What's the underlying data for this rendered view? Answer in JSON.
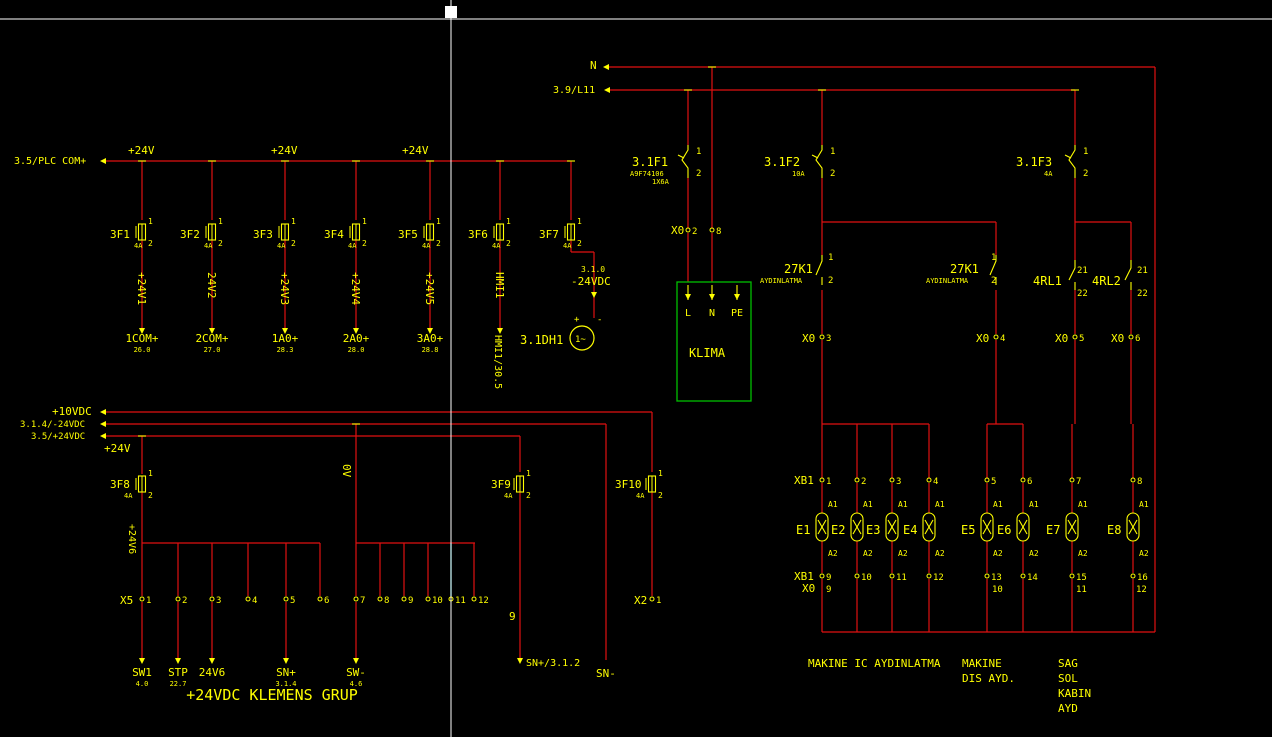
{
  "colors": {
    "background": "#000000",
    "wire": "#e01010",
    "text": "#ffff00",
    "cursor": "#ffffff",
    "klima_box": "#00c000",
    "highlight": "#00c0d0"
  },
  "labels": {
    "plc_com": "3.5/PLC COM+",
    "v24_a": "+24V",
    "v24_b": "+24V",
    "v24_c": "+24V",
    "n_in": "N",
    "l11_in": "3.9/L11",
    "plus10": "+10VDC",
    "minus24": "3.1.4/-24VDC",
    "plus24in": "3.5/+24VDC",
    "v24_d": "+24V",
    "title_group": "+24VDC KLEMENS GRUP",
    "klima": "KLIMA",
    "makine_ic": "MAKINE IC AYDINLATMA",
    "makine_dis1": "MAKINE",
    "makine_dis2": "DIS AYD.",
    "sag1": "SAG",
    "sag2": "SOL",
    "sag3": "KABIN",
    "sag4": "AYD"
  },
  "fuses_top": [
    {
      "tag": "3F1",
      "rating": "4A",
      "wire": "+24V1",
      "out": "1COM+",
      "ref": "26.0"
    },
    {
      "tag": "3F2",
      "rating": "4A",
      "wire": "24V2",
      "out": "2COM+",
      "ref": "27.0"
    },
    {
      "tag": "3F3",
      "rating": "4A",
      "wire": "+24V3",
      "out": "1A0+",
      "ref": "28.3"
    },
    {
      "tag": "3F4",
      "rating": "4A",
      "wire": "+24V4",
      "out": "2A0+",
      "ref": "28.0"
    },
    {
      "tag": "3F5",
      "rating": "4A",
      "wire": "+24V5",
      "out": "3A0+",
      "ref": "28.8"
    },
    {
      "tag": "3F6",
      "rating": "4A",
      "wire": "HMI1",
      "out": "HMI1/30.5",
      "ref": ""
    },
    {
      "tag": "3F7",
      "rating": "4A",
      "wire": "",
      "out": "",
      "ref": ""
    }
  ],
  "dh1": {
    "tag": "3.1DH1",
    "ref": "3.1.0",
    "supply": "-24VDC"
  },
  "breakers": [
    {
      "tag": "3.1F1",
      "info1": "A9F74106",
      "info2": "1X6A"
    },
    {
      "tag": "3.1F2",
      "info1": "10A",
      "info2": ""
    },
    {
      "tag": "3.1F3",
      "info1": "4A",
      "info2": ""
    }
  ],
  "contacts": {
    "k1a": "27K1",
    "k1a_sub": "AYDINLATMA",
    "k1b": "27K1",
    "k1b_sub": "AYDINLATMA",
    "rl1": "4RL1",
    "rl2": "4RL2"
  },
  "terminals": {
    "x0_2": "X0",
    "x0_3": "X0",
    "x0_4": "X0",
    "x0_5": "X0",
    "x0_6": "X0",
    "xb1_top": "XB1",
    "xb1_bot": "XB1",
    "x0_bot": "X0",
    "x5": "X5",
    "x2": "X2"
  },
  "lamps": [
    "E1",
    "E2",
    "E3",
    "E4",
    "E5",
    "E6",
    "E7",
    "E8"
  ],
  "klima_pins": [
    "L",
    "N",
    "PE"
  ],
  "bottom_fuses": [
    {
      "tag": "3F8",
      "rating": "4A"
    },
    {
      "tag": "3F9",
      "rating": "4A"
    },
    {
      "tag": "3F10",
      "rating": "4A"
    }
  ],
  "bottom_outputs": [
    {
      "name": "SW1",
      "ref": "4.0"
    },
    {
      "name": "STP",
      "ref": "22.7"
    },
    {
      "name": "24V6",
      "ref": ""
    },
    {
      "name": "SN+",
      "ref": "3.1.4"
    },
    {
      "name": "SW-",
      "ref": "4.6"
    }
  ],
  "misc": {
    "sn_plus": "SN+/3.1.2",
    "sn_minus": "SN-",
    "num9": "9",
    "v0": "0V",
    "plus24v6": "+24V6"
  }
}
